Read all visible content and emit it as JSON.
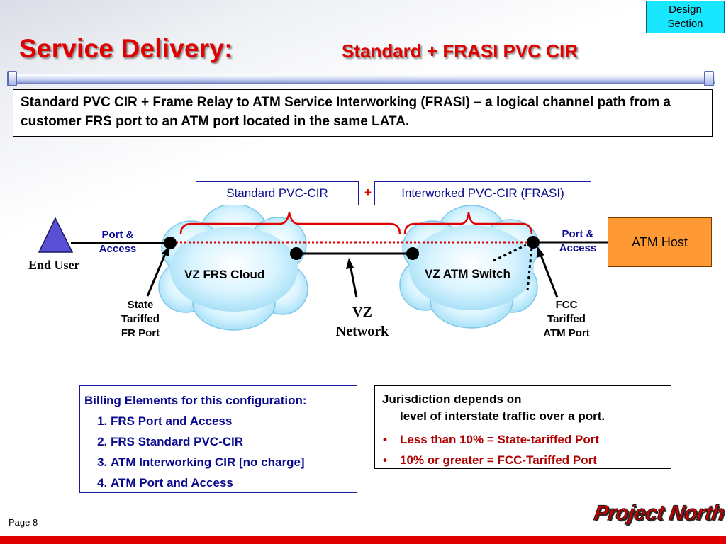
{
  "badge": {
    "line1": "Design",
    "line2": "Section"
  },
  "header": {
    "title": "Service Delivery:",
    "subtitle": "Standard + FRASI PVC CIR"
  },
  "definition": "Standard PVC CIR + Frame Relay to ATM Service Interworking (FRASI) – a logical channel path from a customer FRS port to an ATM port located in the same LATA.",
  "diagram": {
    "standard_pvc": "Standard PVC-CIR",
    "plus": "+",
    "interworked_pvc": "Interworked PVC-CIR (FRASI)",
    "end_user": "End User",
    "port_access_left": {
      "line1": "Port &",
      "line2": "Access"
    },
    "port_access_right": {
      "line1": "Port &",
      "line2": "Access"
    },
    "frs_cloud": "VZ FRS Cloud",
    "atm_switch": "VZ ATM Switch",
    "atm_host": "ATM Host",
    "vz_network": {
      "line1": "VZ",
      "line2": "Network"
    },
    "state_port": {
      "line1": "State",
      "line2": "Tariffed",
      "line3": "FR Port"
    },
    "fcc_port": {
      "line1": "FCC",
      "line2": "Tariffed",
      "line3": "ATM Port"
    }
  },
  "billing": {
    "heading": "Billing Elements for this configuration:",
    "items": [
      "FRS Port and Access",
      "FRS Standard PVC-CIR",
      "ATM Interworking CIR [no charge]",
      "ATM Port and Access"
    ]
  },
  "jurisdiction": {
    "line1": "Jurisdiction depends on",
    "line2": "level of interstate traffic over a port.",
    "bullets": [
      "Less than 10% = State-tariffed Port",
      "10% or greater = FCC-Tariffed Port"
    ]
  },
  "footer": {
    "page_label": "Page  8",
    "brand": "Project North"
  },
  "colors": {
    "title_red": "#e00000",
    "accent_blue": "#0a0a90",
    "cloud_fill": "#c6eefc",
    "atm_host_fill": "#ff9933",
    "badge_fill": "#19e6ff"
  }
}
